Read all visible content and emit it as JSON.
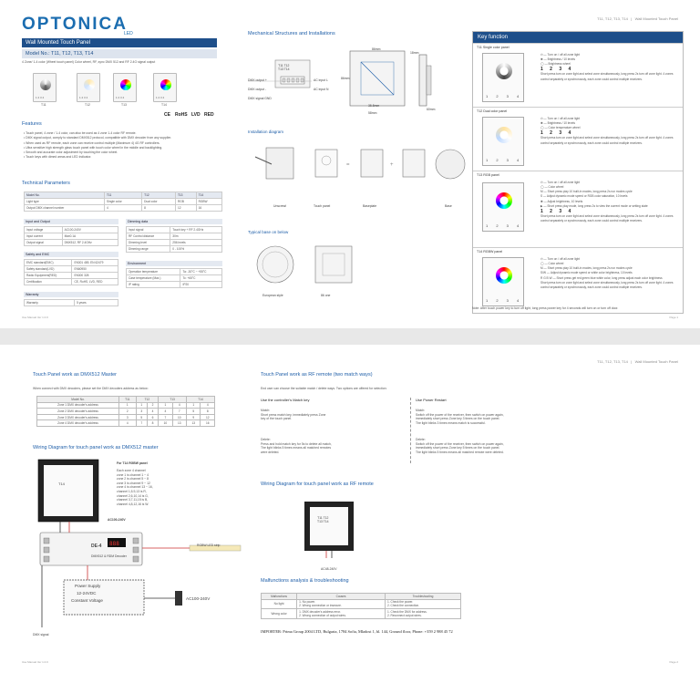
{
  "header": {
    "logo": "OPTONICA",
    "logo_sub": "LED",
    "series": "T11, T12, T13, T14",
    "doc": "Wall Mounted Touch Panel"
  },
  "page1": {
    "product_title": "Wall Mounted Touch Panel",
    "model_line": "Model No.: T11, T12, T13, T14",
    "intro": "4 Zone/ 1-4 color (Wheel touch panel) Color wheel, RF, sync DMX 512 and RF 2.4G signal output",
    "thumb_labels": [
      "T11",
      "T12",
      "T13",
      "T14"
    ],
    "thumb_keys": "1  2  3  4",
    "certs": [
      "CE",
      "RoHS",
      "LVD",
      "RED"
    ],
    "features_title": "Features",
    "features": [
      "Touch panel, 4 zone / 1-4 color, can also be used as 4 zone 1-4 color RF remote.",
      "DMX signal output, comply to standard DMX512 protocol, compatible with DMX decoder from any supplier.",
      "When used as RF remote, each zone can receive control multiple (Maximum 4) 4G RF controllers.",
      "Ultra sensitive high strength glass touch panel with touch color wheel in the middle and backlighting.",
      "Smooth and accurate color adjustment by touching the color wheel.",
      "Touch keys with dimed areas and LED indicator."
    ],
    "tech_title": "Technical Parameters",
    "tech_header": [
      "Model No.",
      "T11",
      "T12",
      "T13",
      "T14"
    ],
    "tech_rows": [
      [
        "Light type",
        "Single color",
        "Dual color",
        "RGB",
        "RGBW"
      ],
      [
        "Output DMX channel number",
        "4",
        "8",
        "12",
        "16"
      ]
    ],
    "io_title": "Input and Output",
    "io_rows": [
      [
        "Input voltage",
        "AC100-240V"
      ],
      [
        "Input current",
        "Max0.1A"
      ],
      [
        "Output signal",
        "DMX512, RF 2.4GHz"
      ]
    ],
    "dim_title": "Dimming data",
    "dim_rows": [
      [
        "Input signal",
        "Touch key + RF 2.4GHz"
      ],
      [
        "RF Control distance",
        "30m"
      ],
      [
        "Dimming level",
        "256 levels"
      ],
      [
        "Dimming range",
        "0 - 100%"
      ]
    ],
    "safety_title": "Safety and EMC",
    "safety_rows": [
      [
        "EMC standard(EMC)",
        "EN301 489, EN 62479"
      ],
      [
        "Safety standard(LVD)",
        "EN60950"
      ],
      [
        "Radio Equipment(RED)",
        "EN300 328"
      ],
      [
        "Certification",
        "CE, RoHS, LVD, RED"
      ]
    ],
    "env_title": "Environment",
    "env_rows": [
      [
        "Operation temperature",
        "Ta: -30°C ~ +55°C"
      ],
      [
        "Case temperature (Max.)",
        "Tc: +65°C"
      ],
      [
        "IP rating",
        "IP20"
      ]
    ],
    "warranty_title": "Warranty",
    "warranty_rows": [
      [
        "Warranty",
        "5 years"
      ]
    ],
    "mech_title": "Mechanical Structures and Installations",
    "term_labels": [
      "DMX output +",
      "DMX output -",
      "DMX signal GND",
      "AC input L",
      "AC input N"
    ],
    "term_device": "T11 T12\nT13 T14",
    "dims": [
      "86mm",
      "86mm",
      "35.5mm",
      "58mm",
      "60mm",
      "18mm",
      "30mm"
    ],
    "install_title": "Installation diagram",
    "install_labels": [
      "Unscrewl",
      "Touch panel",
      "Baseplate",
      "Base"
    ],
    "box_title": "Typical base on below",
    "box_labels": [
      "European style",
      "86 one"
    ],
    "key_func_title": "Key function",
    "panels": [
      {
        "title": "T11  Single color panel",
        "lines": [
          "Turn on / off all zone light",
          "Brightness / 10 levels",
          "Brightness wheel"
        ],
        "keys": "1  2  3  4",
        "note": "Short press turn on zone light and select zone simultaneously, long press 2s turn off zone light. 4 zones control separately or synchronously, each zone could control multiple receivers."
      },
      {
        "title": "T12  Dual color panel",
        "lines": [
          "Turn on / off all zone light",
          "Brightness / 10 levels",
          "Color temperature wheel"
        ],
        "keys": "1  2  3  4",
        "note": "Short press turn on zone light and select zone simultaneously, long press 2s turn off zone light. 4 zones control separately or synchronously, each zone could control multiple receivers."
      },
      {
        "title": "T13  RGB panel",
        "lines": [
          "Turn on / off all zone light",
          "Color wheel",
          "Short press play 10 built-in modes, long press 2s run modes cycle",
          "Adjust dynamic mode speed or RGB color saturation, 10 levels",
          "Adjust brightness, 10 levels",
          "Short press play mode, long press 2s to view the current mode or setting state"
        ],
        "keys": "1  2  3  4",
        "note": "Short press turn on zone light and select zone simultaneously, long press 2s turn off zone light. 4 zones control separately or synchronously, each zone could control multiple receivers."
      },
      {
        "title": "T14  RGBW panel",
        "lines": [
          "Turn on / off all zone light",
          "Color wheel",
          "Short press play 10 built-in modes, long press 2s run modes cycle",
          "Adjust dynamic mode speed or white color brightness, 10 levels",
          "Short press get red green blue white color, long press adjust each color brightness"
        ],
        "keys": "1  2  3  4",
        "note": "Short press turn on zone light and select zone simultaneously, long press 2s turn off zone light. 4 zones control separately or synchronously, each zone could control multiple receivers."
      }
    ],
    "note": "Note: After touch power key to turn off light, long press power key for 4 seconds will turn on or turn off door.",
    "footer_left": "Use Manual Ver 1.0.0",
    "footer_right": "Page 1"
  },
  "page2": {
    "dmx_title": "Touch Panel work as DMX512 Master",
    "dmx_intro": "When connect with DMX decoders, please set the DMX decoders address as below:",
    "dmx_header": [
      "Model No.",
      "T11",
      "T12",
      "T13",
      "T14"
    ],
    "dmx_rows": [
      [
        "Zone 1 DMX decoder's address",
        "1",
        "1",
        "2",
        "1",
        "4",
        "1",
        "4"
      ],
      [
        "Zone 2 DMX decoder's address",
        "2",
        "3",
        "4",
        "4",
        "7",
        "5",
        "8"
      ],
      [
        "Zone 3 DMX decoder's address",
        "3",
        "5",
        "6",
        "7",
        "10",
        "9",
        "12"
      ],
      [
        "Zone 4 DMX decoder's address",
        "4",
        "7",
        "8",
        "10",
        "13",
        "13",
        "16"
      ]
    ],
    "wiring_title": "Wiring Diagram for touch panel work as DMX512 master",
    "t14_title": "For T14 RGBW panel",
    "t14_lines": [
      "Each zone 4 channel",
      "zone 1 is channel 1 ~ 4",
      "zone 2 is channel 5 ~ 8",
      "zone 3 is channel 9 ~ 12",
      "zone 4 is channel 13 ~ 16,",
      "channel 1,5,9,13 is R,",
      "channel 2,6,10,14 is G,",
      "channel 3,7,11,15 is B,",
      "channel 4,8,12,16 is W."
    ],
    "panel_label": "T14",
    "ac_label": "AC100-240V",
    "decoder_name": "DE-4",
    "decoder_sub": "DMX512 & RDM Decoder",
    "strip_label": "RGBW LED strip",
    "psu_lines": [
      "Power Supply",
      "12-24VDC",
      "Constant Voltage"
    ],
    "ac_in": "AC100-240V",
    "dmx_signal": "DMX signal",
    "rf_title": "Touch Panel work as RF remote (two match ways)",
    "rf_intro": "End user can choose the suitable match / delete ways. Two options are offered for selection:",
    "col1_title": "Use the controller's Match key",
    "col1_match": [
      "Match:",
      "Short press match key, immediately press Zone",
      "key of the touch panel."
    ],
    "col1_delete": [
      "Delete:",
      "Press and hold match key for 5s to delete all match,",
      "The light blinks 5 times means all matched remotes",
      "were deleted."
    ],
    "col2_title": "Use Power Restart",
    "col2_match": [
      "Match:",
      "Switch off the power of the receiver, then switch on power again,",
      "immediately short press Zone key 3 times on the touch panel.",
      "The light blinks 3 times means match is successful."
    ],
    "col2_delete": [
      "Delete:",
      "Switch off the power of the receiver, then switch on power again,",
      "immediately short press Zone key 5 times on the touch panel.",
      "The light blinks 5 times means all matched remote were deleted."
    ],
    "rf_wiring_title": "Wiring Diagram for touch panel work as RF remote",
    "rf_panel_label": "T11 T12\nT13 T14",
    "rf_ac": "AC48-240V",
    "mal_title": "Malfunctions analysis & troubleshooting",
    "mal_header": [
      "Malfunctions",
      "Causes",
      "Troubleshooting"
    ],
    "mal_rows": [
      [
        "No light",
        "1. No power.\n2. Wrong connection or insecure.",
        "1. Check the power.\n2. Check the connection."
      ],
      [
        "Wrong color",
        "1. DMX decoder's address error.\n2. Wrong connection of output wires.",
        "1. Check the DMX for address.\n2. Reconnect output wires."
      ]
    ],
    "importer": "IMPORTER: Prima Group 2004 LTD, Bulgaria, 1784 Sofia, Mladost 1, bl. 144, Ground floor, Phone: +359 2 988 45 72",
    "footer_left": "Use Manual Ver 1.0.0",
    "footer_right": "Page 2"
  },
  "colors": {
    "brand": "#1b6db0",
    "band": "#1e4f8a",
    "section": "#1e5ea8"
  }
}
